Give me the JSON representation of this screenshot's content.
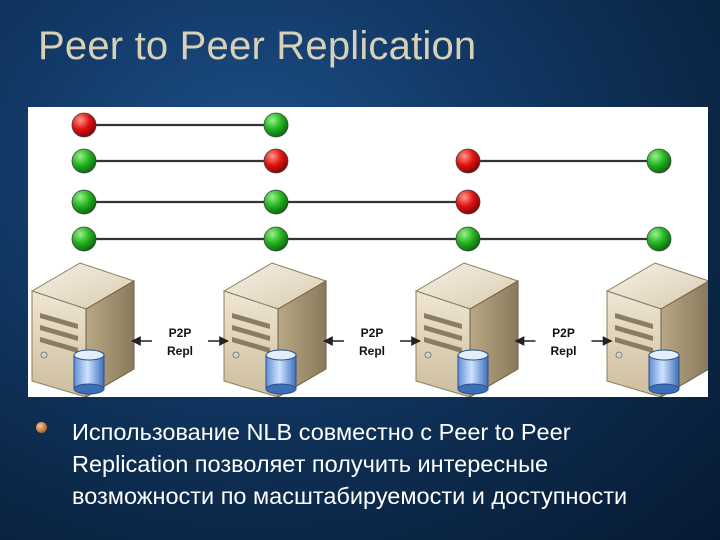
{
  "slide": {
    "title": "Peer to Peer Replication"
  },
  "diagram": {
    "link_label_line1": "P2P",
    "link_label_line2": "Repl",
    "status_colors": {
      "ok": "#2fbf2f",
      "fail": "#e81414"
    },
    "rows": [
      {
        "segments": [
          {
            "from": 0,
            "to": 1,
            "left": "fail",
            "right": "ok"
          }
        ]
      },
      {
        "segments": [
          {
            "from": 0,
            "to": 1,
            "left": "ok",
            "right": "fail"
          },
          {
            "from": 2,
            "to": 3,
            "left": "fail",
            "right": "ok"
          }
        ]
      },
      {
        "segments": [
          {
            "from": 0,
            "to": 2,
            "nodes": [
              "ok",
              "ok",
              "fail"
            ]
          }
        ]
      },
      {
        "segments": [
          {
            "from": 0,
            "to": 3,
            "nodes": [
              "ok",
              "ok",
              "ok",
              "ok"
            ]
          }
        ]
      }
    ],
    "servers": [
      "server",
      "server",
      "server",
      "server"
    ]
  },
  "bullet": {
    "text": "Использование NLB совместно с Peer to Peer Replication позволяет получить интересные возможности по масштабируемости и доступности"
  }
}
